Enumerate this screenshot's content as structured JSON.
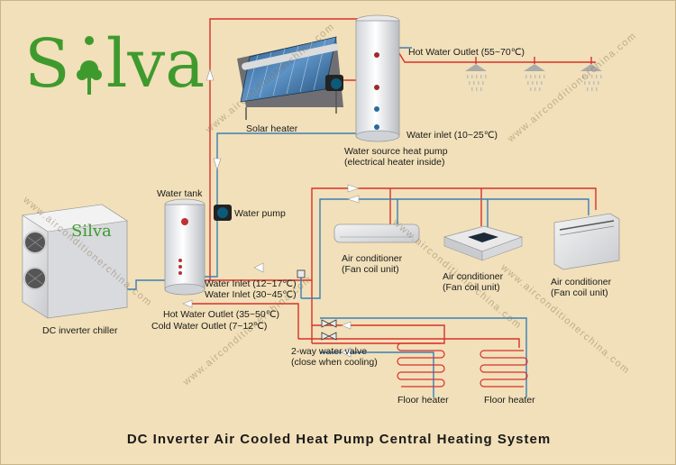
{
  "logo": {
    "text": "Silva",
    "color": "#3f9a2e"
  },
  "title": "DC Inverter Air Cooled Heat Pump  Central Heating System",
  "watermark": "www.airconditionerchina.com",
  "labels": {
    "hot_water_outlet_top": "Hot Water Outlet (55~70℃)",
    "solar_heater": "Solar heater",
    "water_inlet_top": "Water inlet (10~25℃)",
    "water_source_line1": "Water source heat pump",
    "water_source_line2": "(electrical heater inside)",
    "water_tank": "Water tank",
    "water_pump": "Water pump",
    "chiller_badge": "Silva",
    "water_inlet_12": "Water Inlet (12~17℃)",
    "water_inlet_30": "Water Inlet (30~45℃)",
    "dc_inverter_chiller": "DC inverter chiller",
    "hot_water_outlet_35": "Hot Water Outlet (35~50℃)",
    "cold_water_outlet": "Cold Water Outlet (7~12℃)",
    "ac1_line1": "Air conditioner",
    "ac1_line2": "(Fan coil unit)",
    "ac2_line1": "Air conditioner",
    "ac2_line2": "(Fan coil unit)",
    "ac3_line1": "Air conditioner",
    "ac3_line2": "(Fan coil unit)",
    "valve_line1": "2-way water valve",
    "valve_line2": "(close when cooling)",
    "floor_heater_1": "Floor heater",
    "floor_heater_2": "Floor heater"
  },
  "colors": {
    "hot_pipe": "#d9312b",
    "cold_pipe": "#3a7fb8",
    "background": "#f1e0b9",
    "text": "#1a1a1a"
  }
}
